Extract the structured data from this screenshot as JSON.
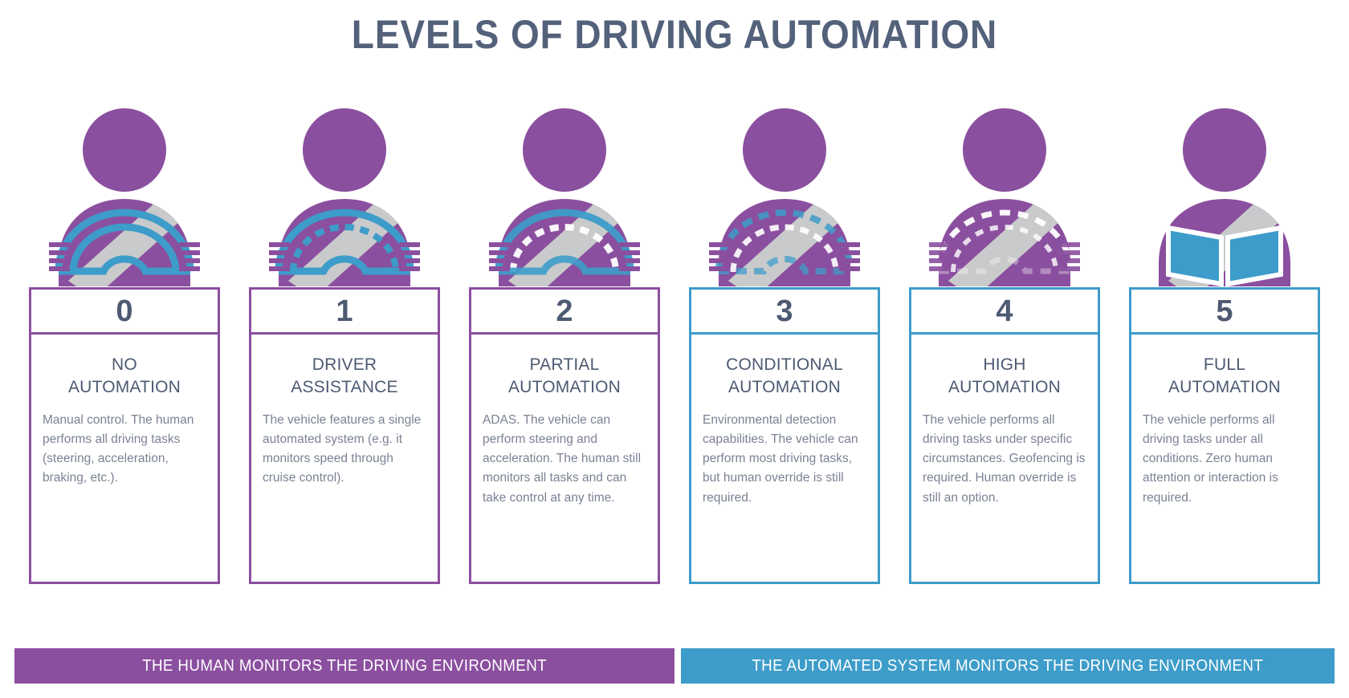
{
  "title": "LEVELS OF DRIVING AUTOMATION",
  "colors": {
    "purple": "#8b4f9f",
    "blue": "#3d9cc9",
    "slate": "#4d5a72",
    "body_text": "#7b8294",
    "seatbelt_gray": "#c9cacb",
    "title_slate": "#53617a"
  },
  "levels": [
    {
      "number": "0",
      "name": "NO\nAUTOMATION",
      "description": "Manual control. The human performs all driving tasks (steering, acceleration, braking, etc.).",
      "accent": "purple",
      "icon": "driver-solid-steering-wheel-icon"
    },
    {
      "number": "1",
      "name": "DRIVER\nASSISTANCE",
      "description": "The vehicle features a single automated system (e.g. it monitors speed through cruise control).",
      "accent": "purple",
      "icon": "driver-solid-rim-dashed-inner-steering-wheel-icon"
    },
    {
      "number": "2",
      "name": "PARTIAL\nAUTOMATION",
      "description": "ADAS. The vehicle can perform steering and acceleration. The human still monitors all tasks and can take control at any time.",
      "accent": "purple",
      "icon": "driver-partly-dashed-steering-wheel-icon"
    },
    {
      "number": "3",
      "name": "CONDITIONAL\nAUTOMATION",
      "description": "Environmental detection capabilities. The vehicle can perform most driving tasks, but human override is still required.",
      "accent": "blue",
      "icon": "driver-dashed-steering-wheel-icon"
    },
    {
      "number": "4",
      "name": "HIGH\nAUTOMATION",
      "description": "The vehicle performs all driving tasks under specific circumstances. Geofencing is required. Human override is still an option.",
      "accent": "blue",
      "icon": "driver-faint-dashed-steering-wheel-icon"
    },
    {
      "number": "5",
      "name": "FULL\nAUTOMATION",
      "description": "The vehicle performs all driving tasks under all conditions. Zero human attention or interaction is required.",
      "accent": "blue",
      "icon": "driver-reading-book-icon"
    }
  ],
  "footer": {
    "human": "THE HUMAN MONITORS THE DRIVING ENVIRONMENT",
    "automated": "THE AUTOMATED SYSTEM MONITORS THE DRIVING ENVIRONMENT"
  }
}
